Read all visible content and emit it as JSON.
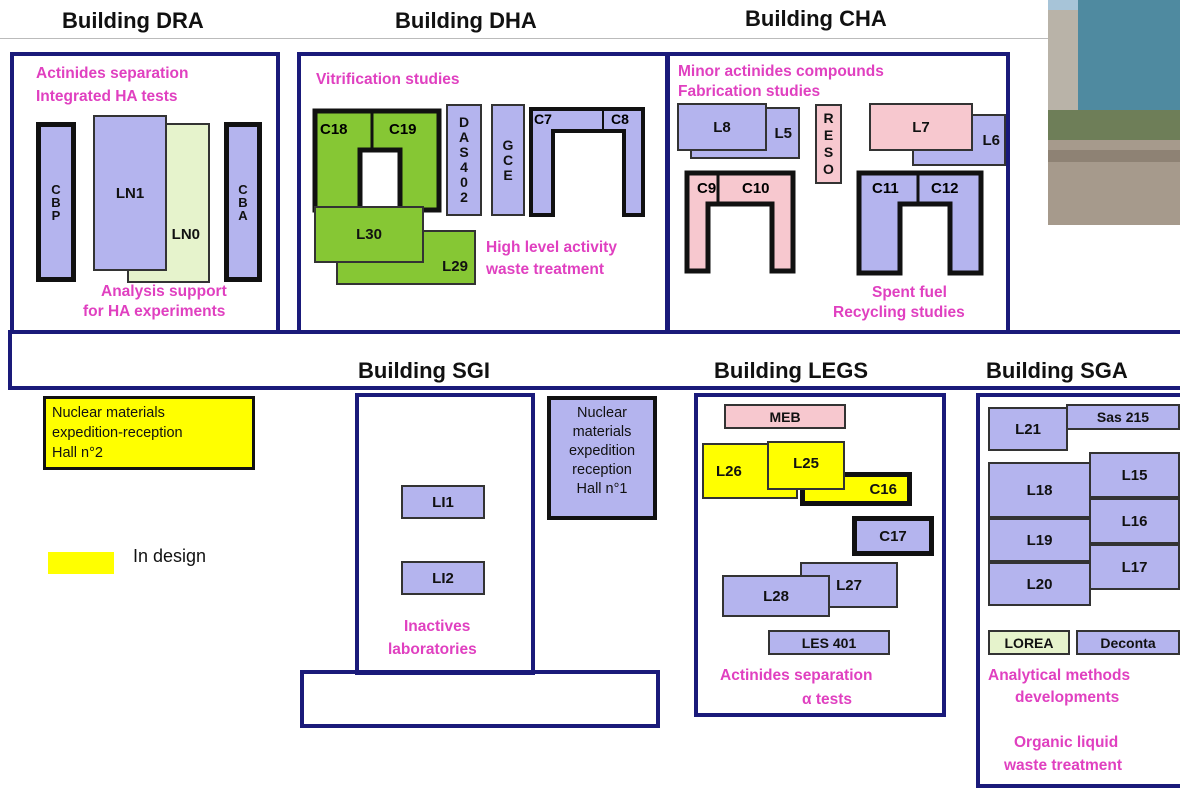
{
  "buildings": {
    "dra": "Building DRA",
    "dha": "Building DHA",
    "cha": "Building CHA",
    "sgi": "Building SGI",
    "legs": "Building LEGS",
    "sga": "Building SGA"
  },
  "dra": {
    "caption_top": [
      "Actinides separation",
      "Integrated HA tests"
    ],
    "caption_bottom": [
      "Analysis support",
      "for HA experiments"
    ],
    "rooms": {
      "cbp": "CBP",
      "ln1": "LN1",
      "ln0": "LN0",
      "cba": "CBA"
    }
  },
  "dha": {
    "caption_top": "Vitrification studies",
    "caption_bottom": [
      "High level activity",
      "waste treatment"
    ],
    "rooms": {
      "c18": "C18",
      "c19": "C19",
      "das": "DAS402",
      "gce": "GCE",
      "c7": "C7",
      "c8": "C8",
      "l30": "L30",
      "l29": "L29"
    }
  },
  "cha": {
    "caption_top": [
      "Minor actinides compounds",
      "Fabrication studies"
    ],
    "caption_bottom": [
      "Spent fuel",
      "Recycling studies"
    ],
    "rooms": {
      "l8": "L8",
      "l5": "L5",
      "reso": "RESO",
      "l7": "L7",
      "l6": "L6",
      "c9": "C9",
      "c10": "C10",
      "c11": "C11",
      "c12": "C12"
    }
  },
  "hall2": [
    "Nuclear materials",
    "expedition-reception",
    "Hall n°2"
  ],
  "legend": {
    "label": "In design",
    "color": "#ffff00"
  },
  "sgi": {
    "rooms": {
      "li1": "LI1",
      "li2": "LI2"
    },
    "caption": [
      "Inactives",
      "laboratories"
    ]
  },
  "hall1": [
    "Nuclear",
    "materials",
    "expedition",
    "reception",
    "Hall n°1"
  ],
  "legs": {
    "rooms": {
      "meb": "MEB",
      "l26": "L26",
      "l25": "L25",
      "c16": "C16",
      "c17": "C17",
      "l27": "L27",
      "l28": "L28",
      "les401": "LES 401"
    },
    "caption": [
      "Actinides separation",
      "α tests"
    ]
  },
  "sga": {
    "rooms": {
      "l21": "L21",
      "sas215": "Sas 215",
      "l18": "L18",
      "l15": "L15",
      "l19": "L19",
      "l16": "L16",
      "l20": "L20",
      "l17": "L17",
      "lorea": "LOREA",
      "deconta": "Deconta"
    },
    "caption": [
      "Analytical methods",
      "developments"
    ],
    "caption2": [
      "Organic liquid",
      "waste treatment"
    ]
  },
  "colors": {
    "frame": "#1a1a7a",
    "room": "#b4b4ee",
    "green": "#86c734",
    "pink": "#f7c8cf",
    "yellow": "#ffff00",
    "caption": "#e040c0"
  }
}
